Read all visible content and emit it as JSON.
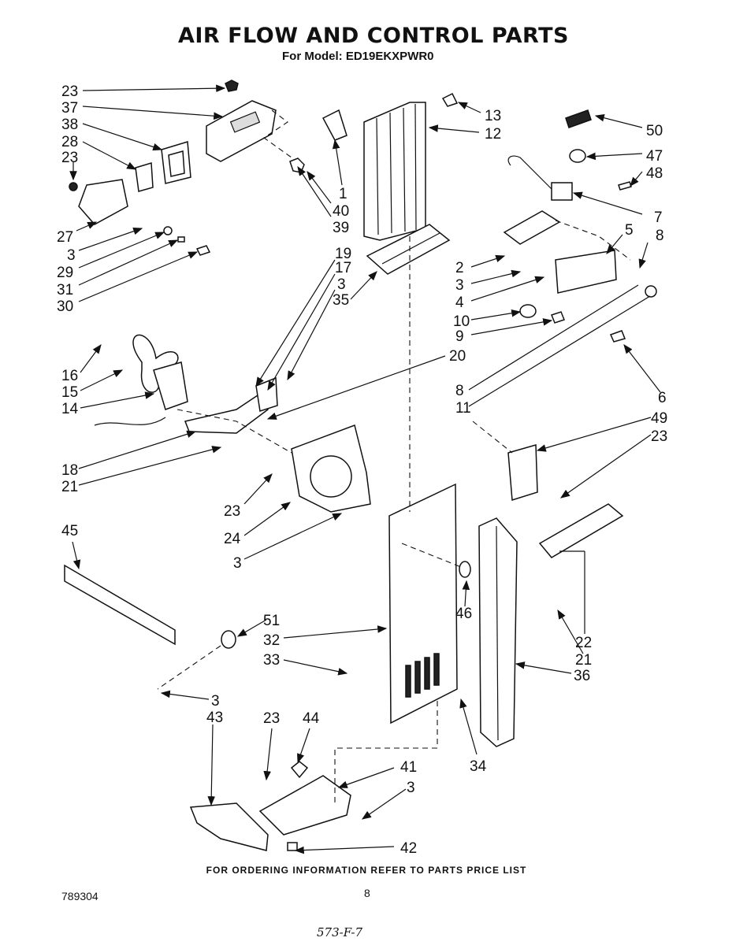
{
  "title": "AIR FLOW AND CONTROL PARTS",
  "subtitle": "For Model: ED19EKXPWR0",
  "footer_note": "FOR ORDERING INFORMATION REFER TO PARTS PRICE LIST",
  "doc_number": "789304",
  "page_number": "8",
  "handwritten_note": "573-F-7",
  "callouts": [
    "23",
    "37",
    "38",
    "28",
    "23",
    "27",
    "3",
    "29",
    "31",
    "30",
    "40",
    "39",
    "1",
    "13",
    "12",
    "50",
    "47",
    "48",
    "7",
    "5",
    "8",
    "2",
    "3",
    "4",
    "10",
    "9",
    "19",
    "17",
    "3",
    "35",
    "20",
    "6",
    "8",
    "11",
    "49",
    "23",
    "16",
    "15",
    "14",
    "18",
    "21",
    "23",
    "24",
    "3",
    "45",
    "46",
    "51",
    "32",
    "33",
    "3",
    "43",
    "23",
    "44",
    "41",
    "3",
    "42",
    "34",
    "22",
    "21",
    "36"
  ]
}
